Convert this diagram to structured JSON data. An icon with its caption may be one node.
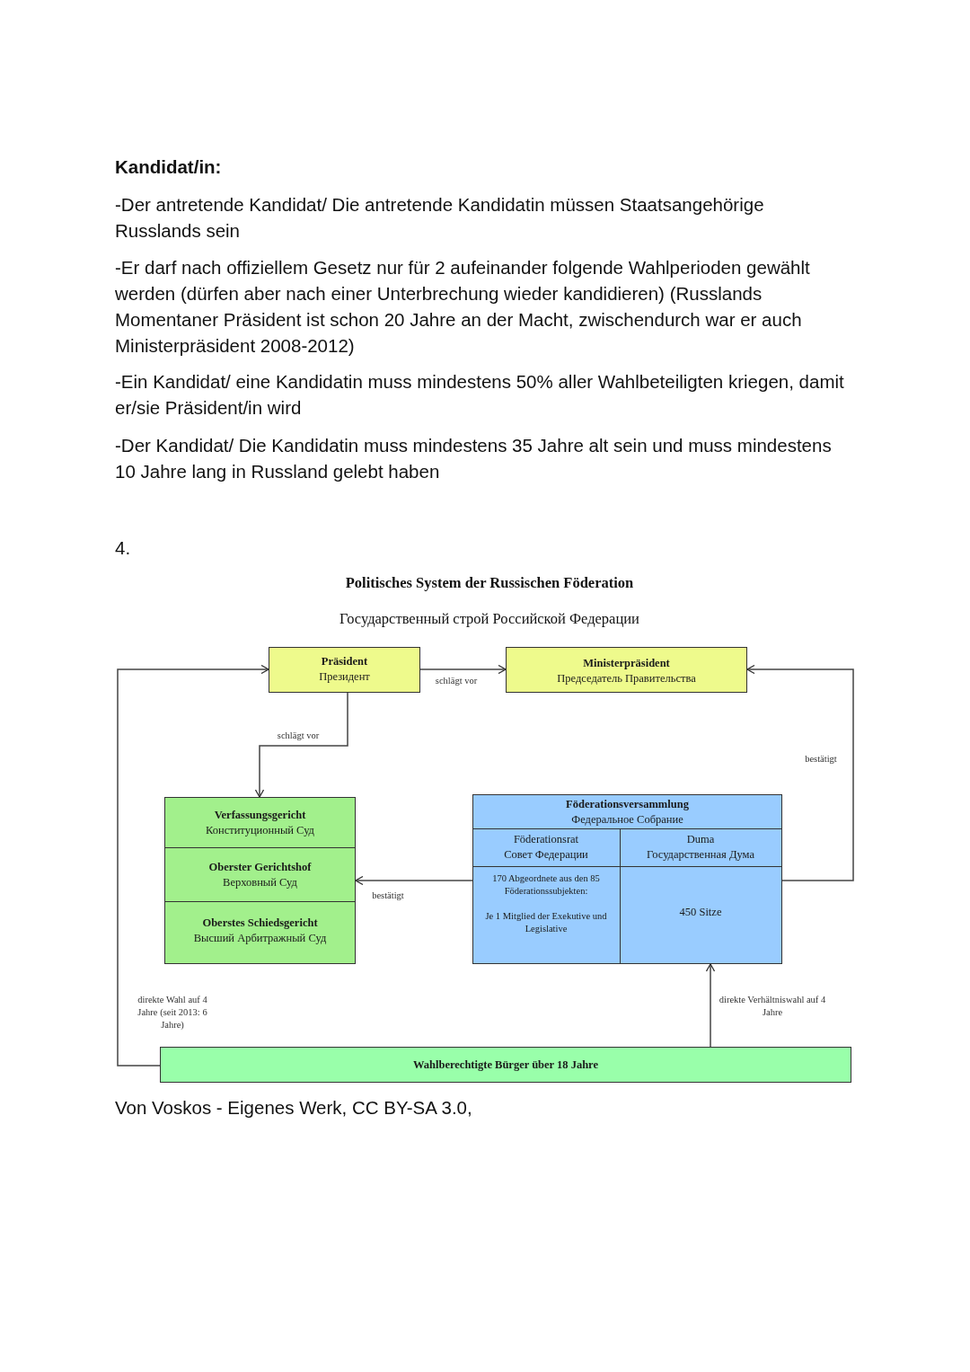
{
  "diagram": {
    "title": "Politisches System der Russischen Föderation",
    "nodes": [
      {
        "text": [
          "Präsident",
          "Президент"
        ]
      },
      {
        "text": [
          "Ministerpräsident",
          "Председатель Правительства"
        ]
      },
      {
        "text": [
          "Verfassungsgericht",
          "Конституционный Суд"
        ]
      },
      {
        "text": [
          "Oberster Gerichtshof",
          "Верховный Суд"
        ]
      },
      {
        "text": [
          "Oberstes Schiedsgericht",
          "Высший Арбитражный Суд"
        ]
      },
      {
        "text": [
          "Föderationsversammlung",
          "Федеральное Собрание"
        ]
      },
      {
        "text": [
          "Föderationsrat",
          "Совет Федерации"
        ],
        "in": 5
      },
      {
        "text": [
          "Duma",
          "Государственная Дума"
        ],
        "in": 5
      },
      {
        "text": [
          "170 Abgeordnete aus den 85 Föderationssubjekten:",
          "Je 1 Mitglied der Exekutive und Legislative"
        ],
        "in": 5
      },
      {
        "text": [
          "450 Sitze"
        ],
        "in": 5
      },
      {
        "text": [
          "Wahlberechtigte Bürger über 18 Jahre"
        ]
      }
    ],
    "edges": [
      {
        "from": 10,
        "to": 0,
        "arrow": "to",
        "label": "direkte Wahl auf 4 Jahre (seit 2013: 6 Jahre)"
      },
      {
        "from": 0,
        "to": 1,
        "arrow": "to",
        "label": "schlägt vor"
      },
      {
        "from": 0,
        "to": 2,
        "arrow": "to",
        "label": "schlägt vor"
      },
      {
        "from": 8,
        "to": 3,
        "arrow": "to",
        "label": "bestätigt"
      },
      {
        "from": 9,
        "to": 1,
        "arrow": "to",
        "label": "bestätigt"
      },
      {
        "from": 10,
        "to": 9,
        "arrow": "to",
        "label": "direkte Verhältniswahl auf 4 Jahre"
      }
    ],
    "labels": [
      "Kandidat/in:",
      "-Der antretende Kandidat/ Die antretende Kandidatin müssen Staatsangehörige Russlands sein",
      "-Er darf nach offiziellem Gesetz nur für 2 aufeinander folgende Wahlperioden gewählt werden (dürfen aber nach einer Unterbrechung wieder kandidieren) (Russlands Momentaner Präsident ist schon 20 Jahre an der Macht, zwischendurch war er auch Ministerpräsident 2008-2012)",
      "-Ein Kandidat/ eine Kandidatin muss mindestens 50% aller Wahlbeteiligten kriegen, damit er/sie Präsident/in wird",
      "-Der Kandidat/ Die Kandidatin muss mindestens 35 Jahre alt sein und muss mindestens 10 Jahre lang in Russland gelebt haben",
      "4.",
      "Государственный строй Российской Федерации",
      "Von Voskos - Eigenes Werk, CC BY-SA 3.0,"
    ]
  }
}
